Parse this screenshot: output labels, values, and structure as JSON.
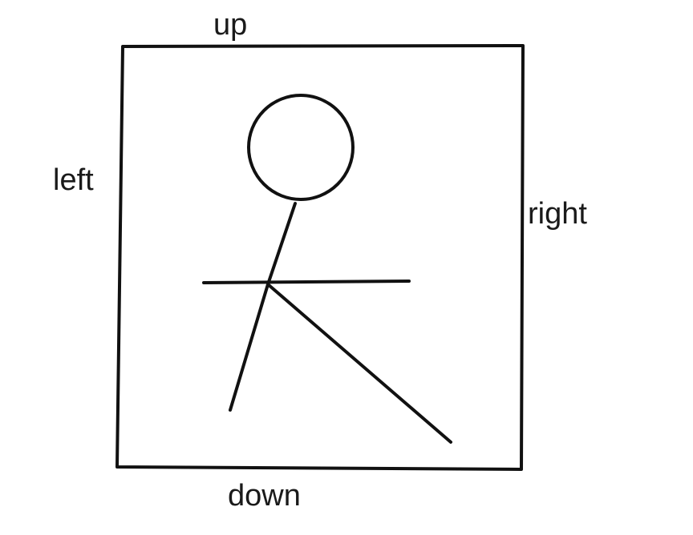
{
  "labels": {
    "up": "up",
    "left": "left",
    "right": "right",
    "down": "down"
  },
  "colors": {
    "stroke": "#111111",
    "text": "#1a1a1a",
    "background": "#ffffff"
  }
}
